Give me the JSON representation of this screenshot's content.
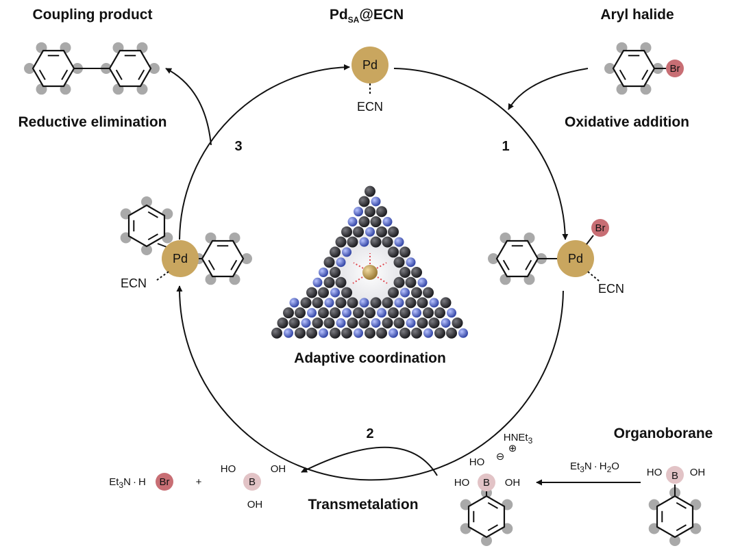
{
  "labels": {
    "coupling_product": "Coupling product",
    "catalyst_main": "Pd",
    "catalyst_sub": "SA",
    "catalyst_tail": "@ECN",
    "aryl_halide": "Aryl halide",
    "reductive_elimination": "Reductive elimination",
    "oxidative_addition": "Oxidative addition",
    "adaptive_coordination": "Adaptive coordination",
    "organoborane": "Organoborane",
    "transmetalation": "Transmetalation"
  },
  "steps": {
    "step1": "1",
    "step2": "2",
    "step3": "3"
  },
  "atoms": {
    "pd": "Pd",
    "ecn": "ECN",
    "br": "Br",
    "b": "B",
    "ho": "HO",
    "oh": "OH",
    "hbr_h": "H",
    "hbr_br": "Br"
  },
  "reagents": {
    "et3n_et": "Et",
    "et3n_sub": "3",
    "et3n_n": "N",
    "dot": "·",
    "h2o_h": "H",
    "h2o_sub": "2",
    "h2o_o": "O",
    "hnet3_main": "HNEt",
    "hnet3_sub": "3",
    "plus_sign": "+",
    "plus_charge": "⊕",
    "minus_charge": "⊖"
  },
  "colors": {
    "pd": "#c9a65f",
    "br": "#c86e74",
    "boron": "#e2c3c6",
    "substituent_dot": "#a9a9a9",
    "nitrogen": "#4a5bb8",
    "carbon": "#2f2f33",
    "ink": "#111111"
  }
}
